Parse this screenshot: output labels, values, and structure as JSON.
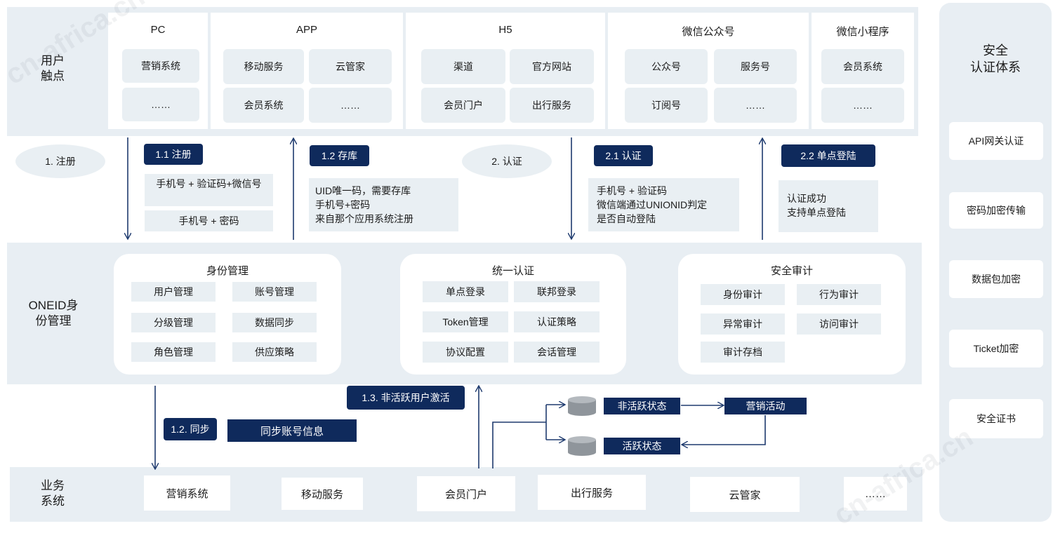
{
  "touch": {
    "label": "用户\n触点",
    "columns": [
      {
        "title": "PC",
        "items": [
          "营销系统",
          "……"
        ]
      },
      {
        "title": "APP",
        "items": [
          "移动服务",
          "云管家",
          "会员系统",
          "……"
        ]
      },
      {
        "title": "H5",
        "items": [
          "渠道",
          "官方网站",
          "会员门户",
          "出行服务"
        ]
      },
      {
        "title": "微信公众号",
        "items": [
          "公众号",
          "服务号",
          "订阅号",
          "……"
        ]
      },
      {
        "title": "微信小程序",
        "items": [
          "会员系统",
          "……"
        ]
      }
    ]
  },
  "flow": {
    "bubble_register": "1. 注册",
    "bubble_auth": "2. 认证",
    "tag_1_1": "1.1 注册",
    "tag_1_2": "1.2 存库",
    "tag_2_1": "2.1 认证",
    "tag_2_2": "2.2 单点登陆",
    "reg_option1": "手机号 + 验证码+微信号",
    "reg_option2": "手机号 + 密码",
    "store_note": "UID唯一码，需要存库\n手机号+密码\n来自那个应用系统注册",
    "auth_note": "手机号 + 验证码\n微信端通过UNIONID判定\n是否自动登陆",
    "sso_note": "认证成功\n支持单点登陆"
  },
  "oneid": {
    "label": "ONEID身\n份管理",
    "cards": [
      {
        "title": "身份管理",
        "items": [
          "用户管理",
          "账号管理",
          "分级管理",
          "数据同步",
          "角色管理",
          "供应策略"
        ]
      },
      {
        "title": "统一认证",
        "items": [
          "单点登录",
          "联邦登录",
          "Token管理",
          "认证策略",
          "协议配置",
          "会话管理"
        ]
      },
      {
        "title": "安全审计",
        "items": [
          "身份审计",
          "行为审计",
          "异常审计",
          "访问审计",
          "审计存档"
        ]
      }
    ]
  },
  "lower": {
    "tag_sync": "1.2. 同步",
    "sync_info": "同步账号信息",
    "tag_activate": "1.3. 非活跃用户激活",
    "inactive_state": "非活跃状态",
    "active_state": "活跃状态",
    "marketing": "营销活动"
  },
  "business": {
    "label": "业务\n系统",
    "items": [
      "营销系统",
      "移动服务",
      "会员门户",
      "出行服务",
      "云管家",
      "……"
    ]
  },
  "security": {
    "title": "安全\n认证体系",
    "items": [
      "API网关认证",
      "密码加密传输",
      "数据包加密",
      "Ticket加密",
      "安全证书"
    ]
  },
  "watermark": "cn-africa.cn",
  "colors": {
    "tag_bg": "#0f2a5c",
    "band": "#e8eef3",
    "arrow": "#1e3a6e",
    "cylinder": "#9aa0a6"
  }
}
